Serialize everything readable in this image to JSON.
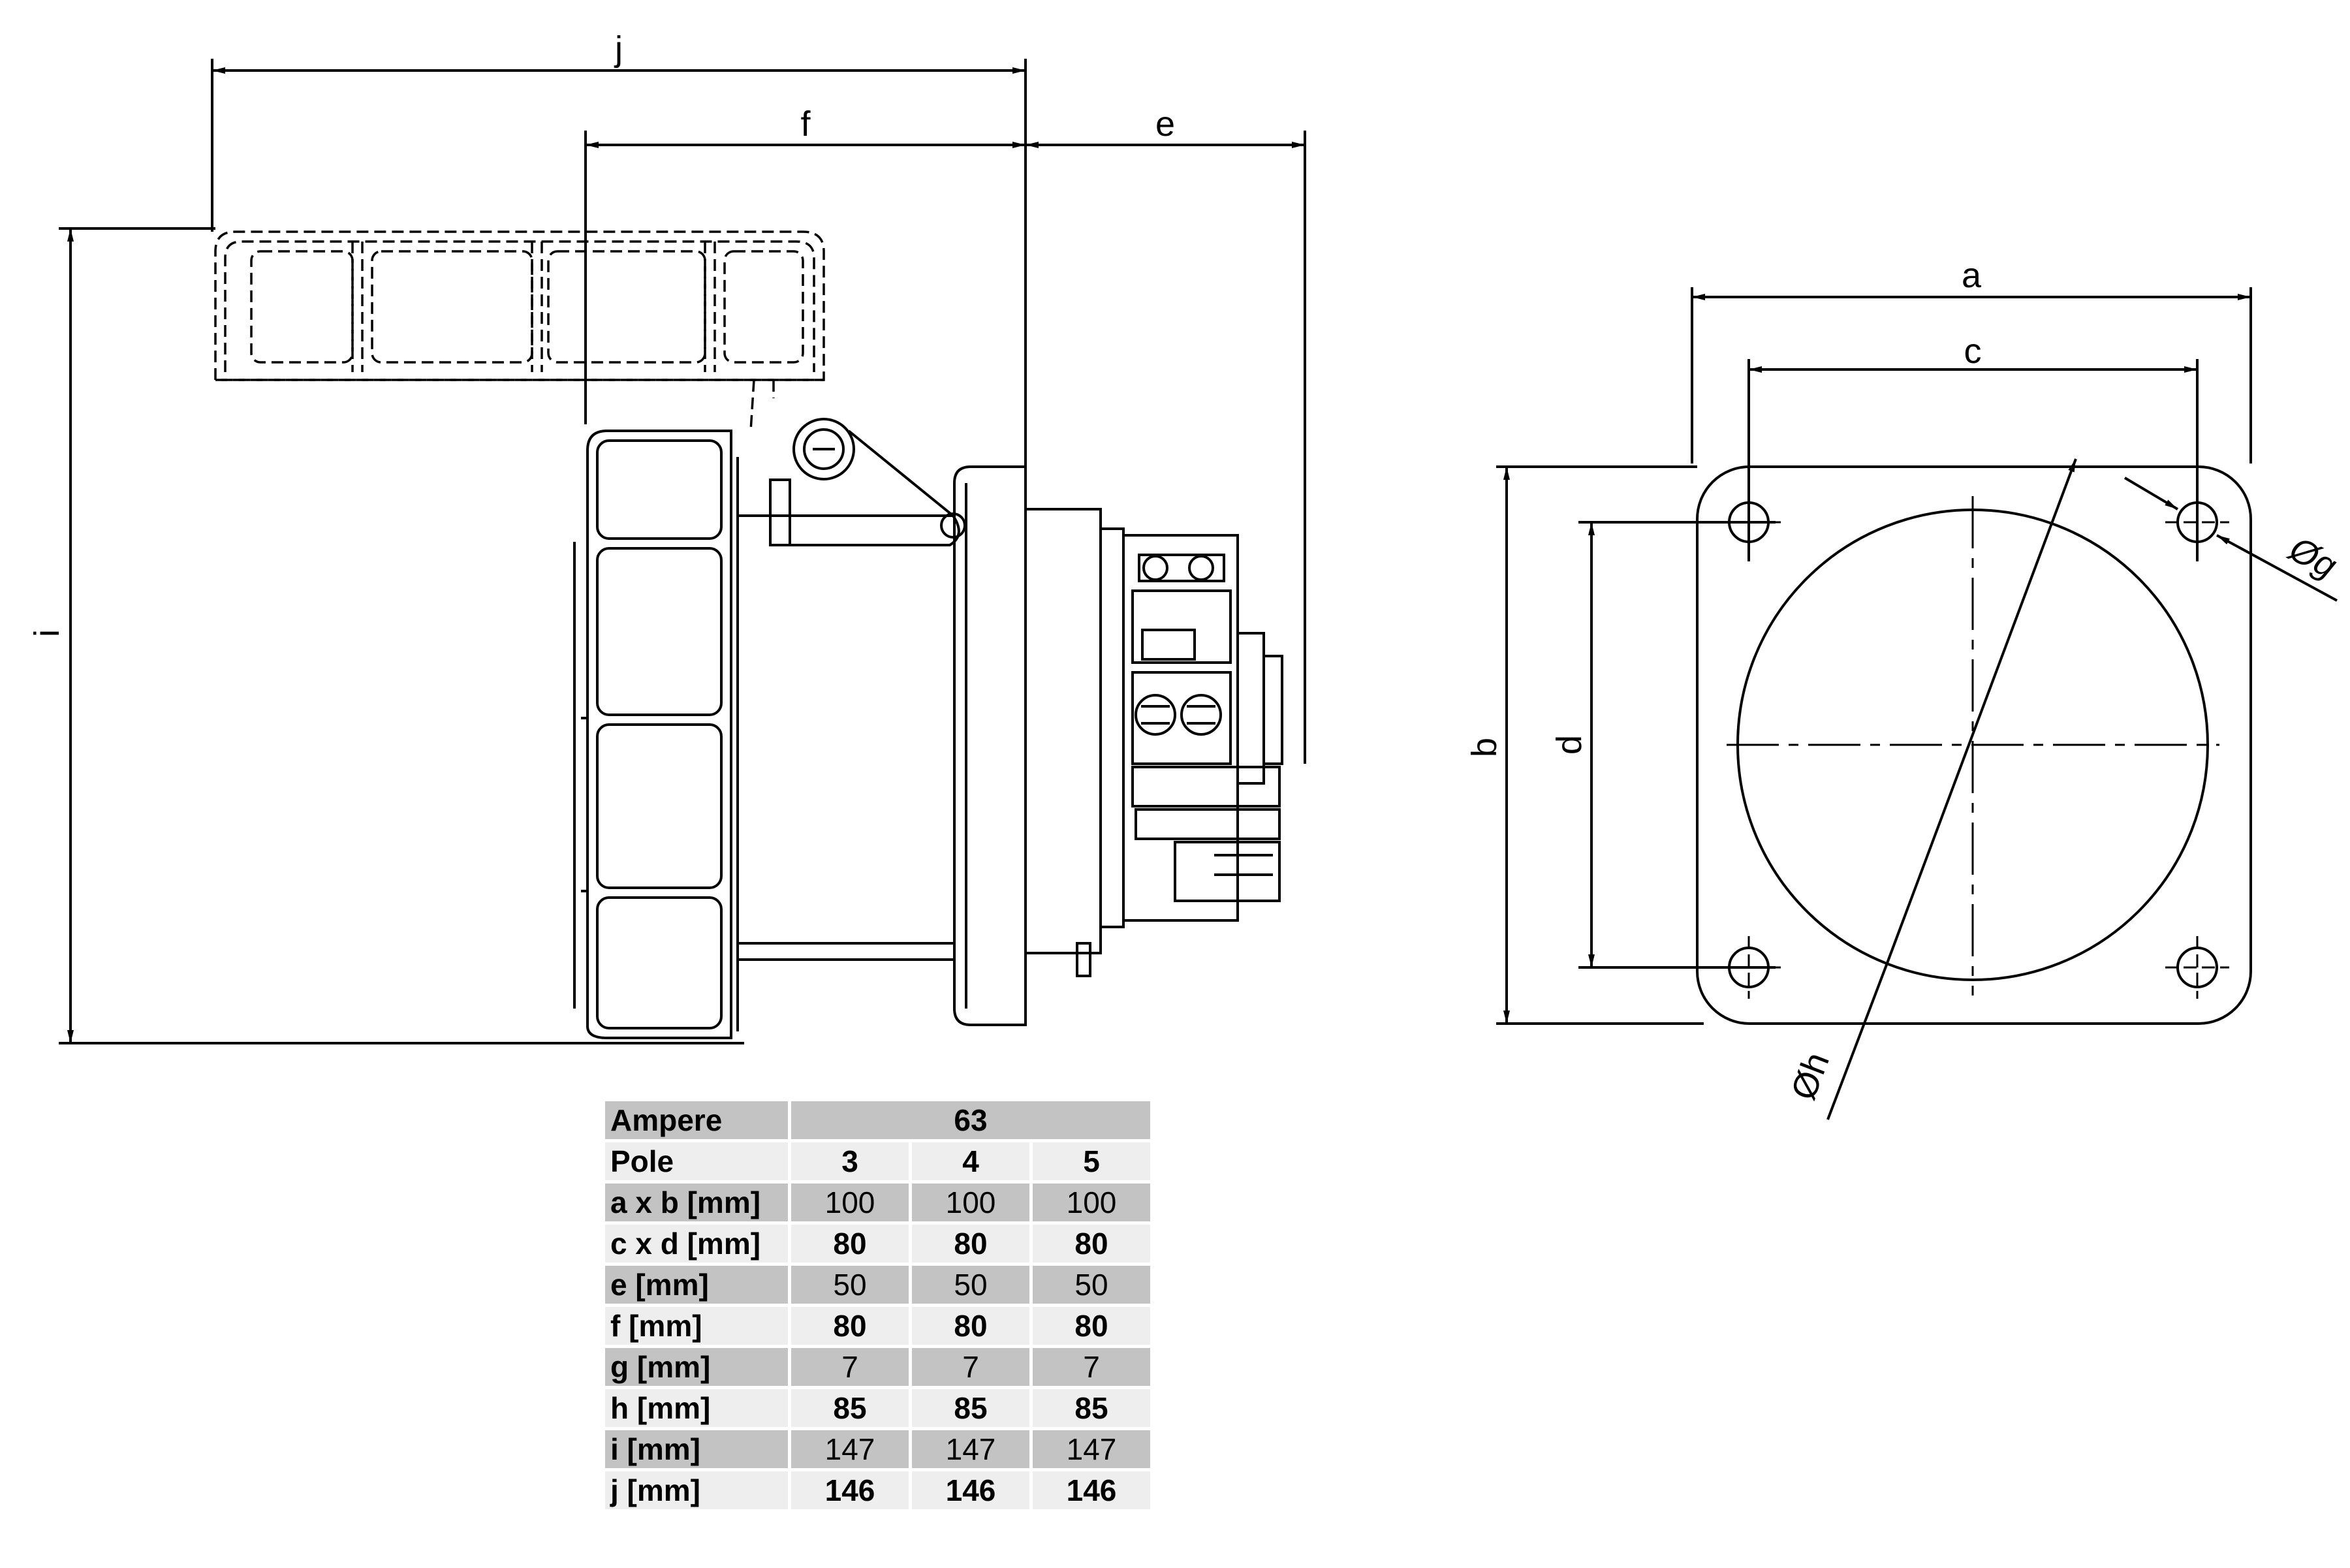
{
  "dimension_labels": {
    "j": "j",
    "f": "f",
    "e": "e",
    "i": "i",
    "a": "a",
    "c": "c",
    "b": "b",
    "d": "d",
    "g": "Øg",
    "h": "Øh"
  },
  "table": {
    "header": {
      "label": "Ampere",
      "value": "63"
    },
    "rows": [
      {
        "label": "Pole",
        "values": [
          "3",
          "4",
          "5"
        ]
      },
      {
        "label": "a x b [mm]",
        "values": [
          "100",
          "100",
          "100"
        ]
      },
      {
        "label": "c x d [mm]",
        "values": [
          "80",
          "80",
          "80"
        ]
      },
      {
        "label": "e [mm]",
        "values": [
          "50",
          "50",
          "50"
        ]
      },
      {
        "label": "f [mm]",
        "values": [
          "80",
          "80",
          "80"
        ]
      },
      {
        "label": "g [mm]",
        "values": [
          "7",
          "7",
          "7"
        ]
      },
      {
        "label": "h [mm]",
        "values": [
          "85",
          "85",
          "85"
        ]
      },
      {
        "label": "i [mm]",
        "values": [
          "147",
          "147",
          "147"
        ]
      },
      {
        "label": "j [mm]",
        "values": [
          "146",
          "146",
          "146"
        ]
      }
    ]
  }
}
